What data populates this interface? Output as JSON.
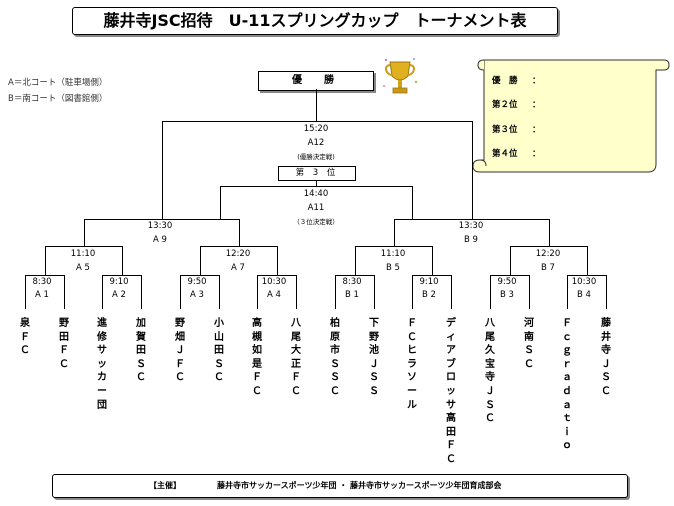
{
  "title": "藤井寺JSC招待　U-11スプリングカップ　トーナメント表",
  "courts": {
    "a": "A＝北コート（駐車場側）",
    "b": "B＝南コート（図書館側）"
  },
  "champion_label": "優　勝",
  "third_place_label": "第 3 位",
  "final": {
    "time": "15:20",
    "code": "A12",
    "note": "(優勝決定戦)"
  },
  "third_match": {
    "time": "14:40",
    "code": "A11",
    "note": "（３位決定戦）"
  },
  "semis": [
    {
      "time": "13:30",
      "code": "A 9"
    },
    {
      "time": "13:30",
      "code": "B 9"
    }
  ],
  "quarters": [
    {
      "time": "11:10",
      "code": "A 5"
    },
    {
      "time": "12:20",
      "code": "A 7"
    },
    {
      "time": "11:10",
      "code": "B 5"
    },
    {
      "time": "12:20",
      "code": "B 7"
    }
  ],
  "round1": [
    {
      "time": "8:30",
      "code": "A 1"
    },
    {
      "time": "9:10",
      "code": "A 2"
    },
    {
      "time": "9:50",
      "code": "A 3"
    },
    {
      "time": "10:30",
      "code": "A 4"
    },
    {
      "time": "8:30",
      "code": "B 1"
    },
    {
      "time": "9:10",
      "code": "B 2"
    },
    {
      "time": "9:50",
      "code": "B 3"
    },
    {
      "time": "10:30",
      "code": "B 4"
    }
  ],
  "teams": [
    "泉ＦＣ",
    "野田ＦＣ",
    "進修サッカー団",
    "加賀田ＳＣ",
    "野畑ＪＦＣ",
    "小山田ＳＣ",
    "高槻如是ＦＣ",
    "八尾大正ＦＣ",
    "柏原市ＳＳＣ",
    "下野池ＪＳＳ",
    "ＦＣヒラソール",
    "ディアブロッサ高田ＦＣ",
    "八尾久宝寺ＪＳＣ",
    "河南ＳＣ",
    "Ｆｃｇｒａｄａｔｉｏ",
    "藤井寺ＪＳＣ"
  ],
  "results": [
    {
      "label": "優　勝",
      "value": "："
    },
    {
      "label": "第２位",
      "value": "："
    },
    {
      "label": "第３位",
      "value": "："
    },
    {
      "label": "第４位",
      "value": "："
    }
  ],
  "footer": {
    "tag": "【主催】",
    "organizers": "藤井寺市サッカースポーツ少年団 ・ 藤井寺市サッカースポーツ少年団育成部会"
  },
  "trophy_icon": "trophy-icon",
  "colors": {
    "scroll": "#ffffcc",
    "trophy": "#e0b020"
  }
}
